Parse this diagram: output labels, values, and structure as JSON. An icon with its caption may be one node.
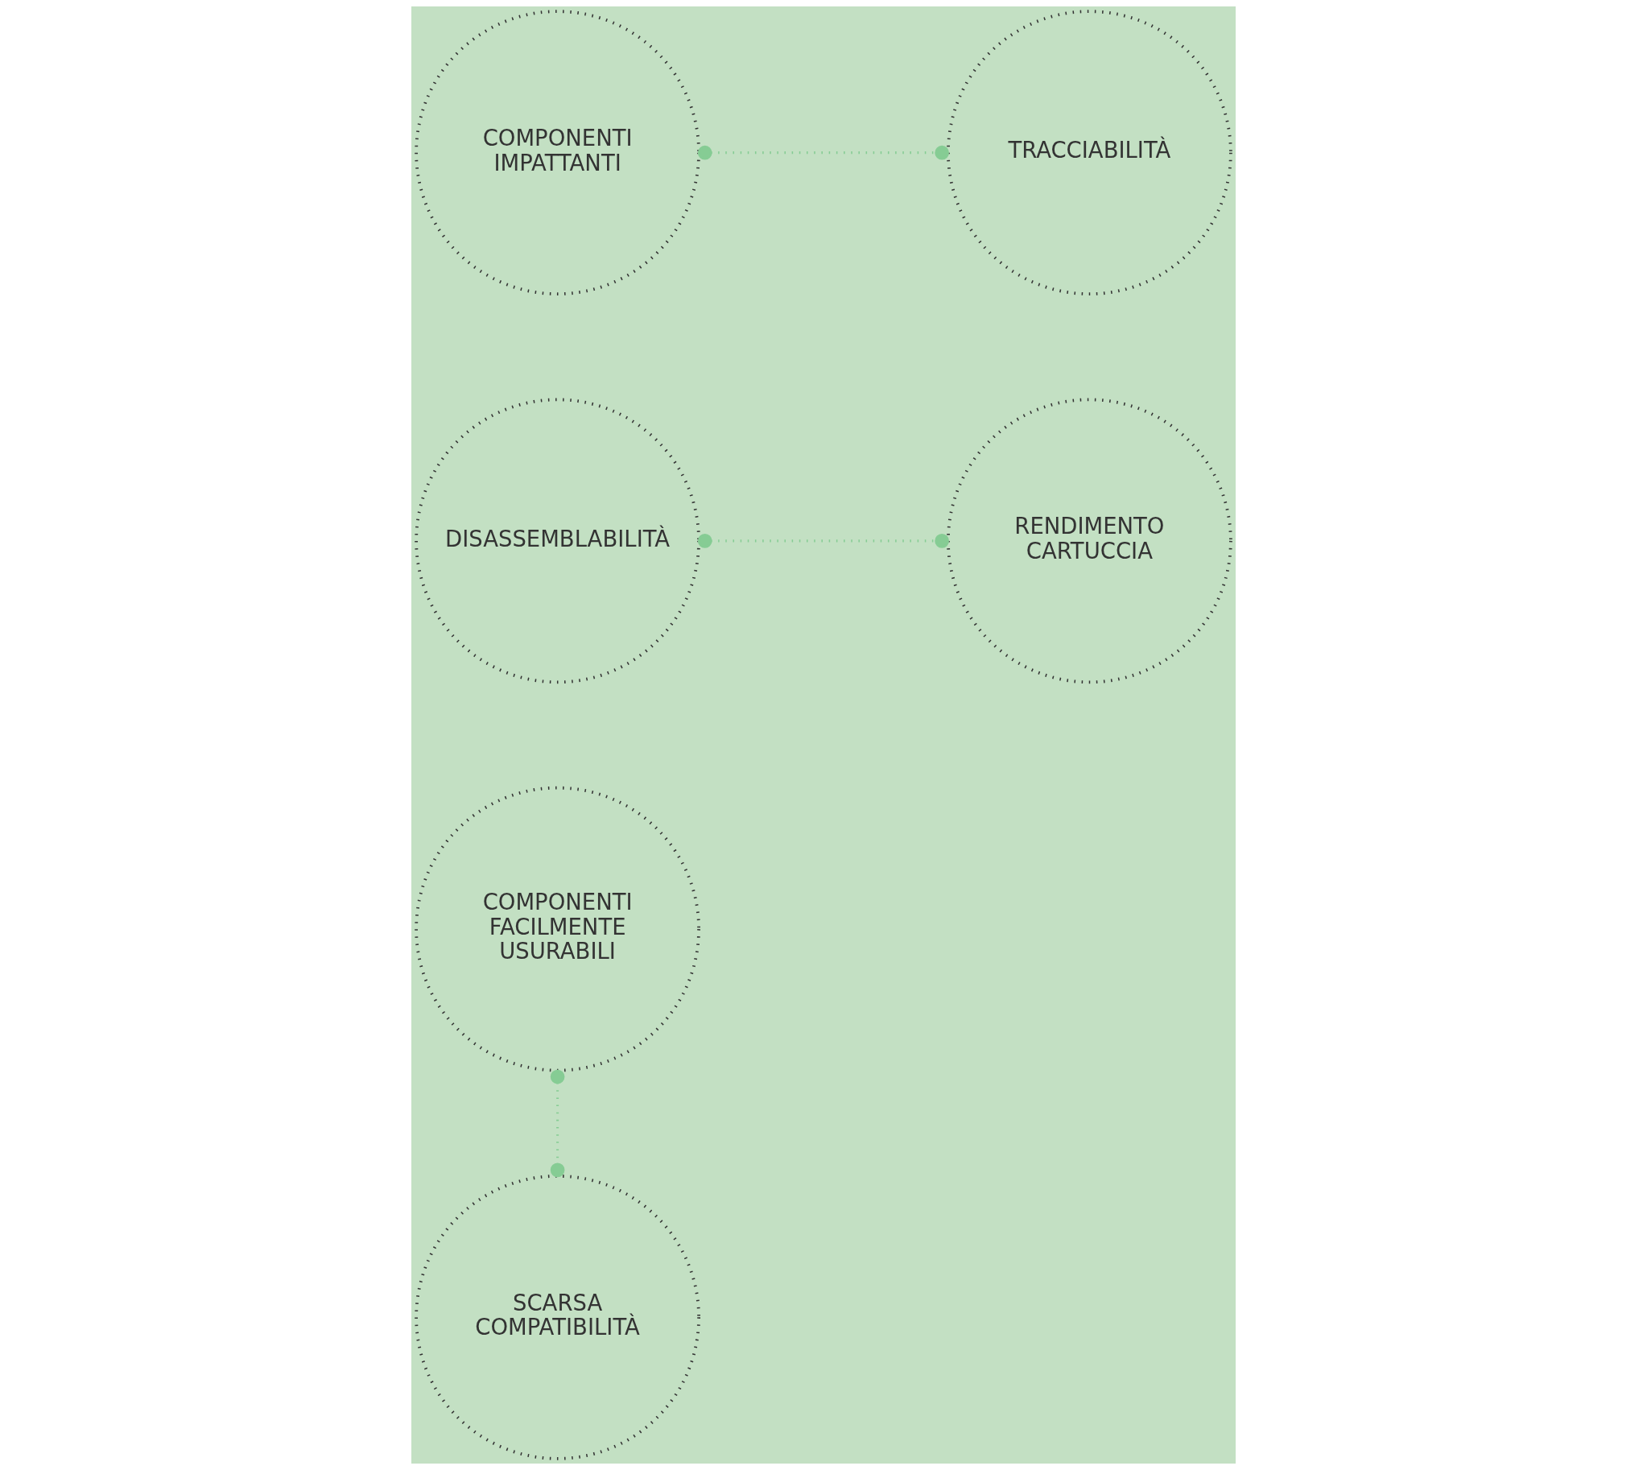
{
  "diagram": {
    "nodes": [
      {
        "text": [
          "COMPONENTI FACILMENTE USURABILI"
        ]
      },
      {
        "text": [
          "DISASSEMBLABILITÀ"
        ]
      },
      {
        "text": [
          "TRACCIABILITÀ"
        ]
      },
      {
        "text": [
          "COMPONENTI IMPATTANTI"
        ]
      },
      {
        "text": [
          "RENDIMENTO CARTUCCIA"
        ]
      },
      {
        "text": [
          "SCARSA COMPATIBILITÀ"
        ]
      }
    ],
    "edges": [
      {
        "from": 0,
        "to": 5,
        "arrow": "other"
      },
      {
        "from": 1,
        "to": 4,
        "arrow": "other"
      },
      {
        "from": 3,
        "to": 2,
        "arrow": "other"
      }
    ]
  }
}
